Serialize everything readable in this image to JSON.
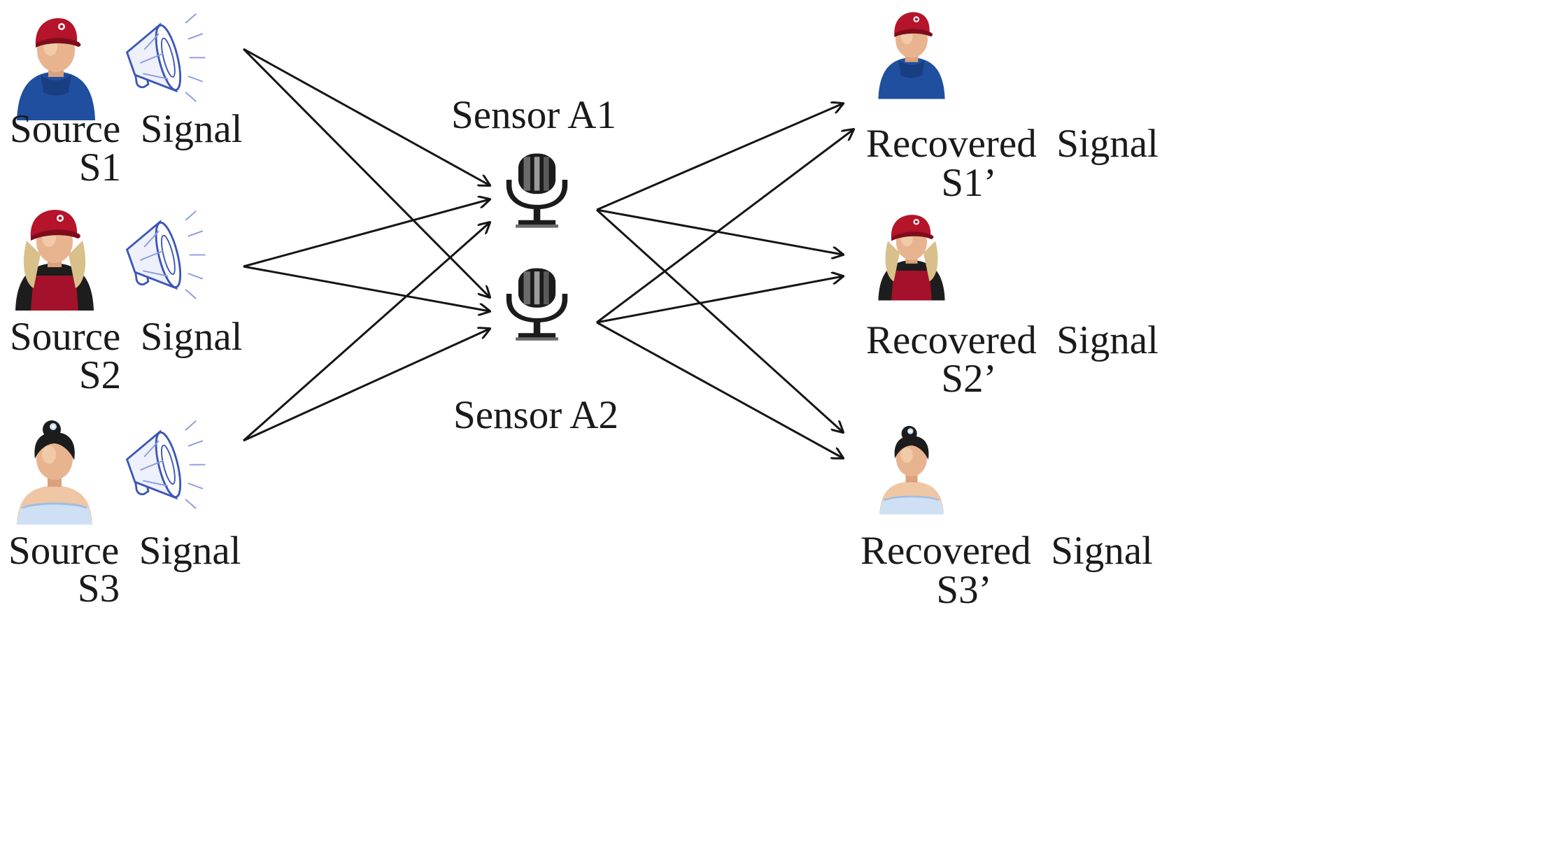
{
  "sources": [
    {
      "line1": "Source  Signal",
      "line2": "S1",
      "avatar": "man-cap-blue-shirt"
    },
    {
      "line1": "Source  Signal",
      "line2": "S2",
      "avatar": "woman-cap-red-shirt"
    },
    {
      "line1": "Source  Signal",
      "line2": "S3",
      "avatar": "woman-bun-blue-dress"
    }
  ],
  "speaker_icon": "loudspeaker-icon",
  "sensors": [
    {
      "label": "Sensor A1",
      "icon": "microphone-icon"
    },
    {
      "label": "Sensor A2",
      "icon": "microphone-icon"
    }
  ],
  "recovered": [
    {
      "line1": "Recovered  Signal",
      "line2": "S1’",
      "avatar": "man-cap-blue-shirt"
    },
    {
      "line1": "Recovered  Signal",
      "line2": "S2’",
      "avatar": "woman-cap-red-shirt"
    },
    {
      "line1": "Recovered  Signal",
      "line2": "S3’",
      "avatar": "woman-bun-blue-dress"
    }
  ],
  "colors": {
    "arrow": "#151515",
    "text": "#1a1a1a",
    "cap_red": "#b5142a",
    "shirt_blue": "#1f4f9e",
    "skin": "#e8b48f",
    "speaker_blue": "#3b56b8",
    "dress_blue": "#cfe0f5"
  }
}
